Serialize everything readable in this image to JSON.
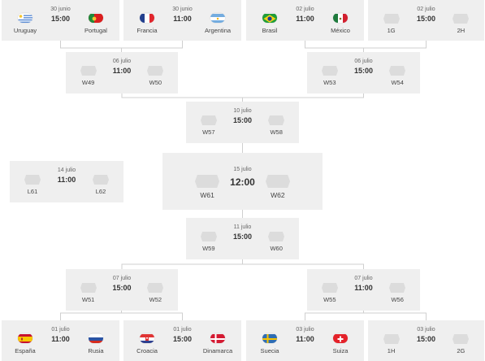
{
  "colors": {
    "box_bg": "#efefef",
    "placeholder_bg": "#dcdcdc",
    "line": "#cfcfcf"
  },
  "matches": [
    {
      "id": "r16-1",
      "date": "30 junio",
      "time": "15:00",
      "home": {
        "label": "Uruguay",
        "flag": "uruguay"
      },
      "away": {
        "label": "Portugal",
        "flag": "portugal"
      }
    },
    {
      "id": "r16-2",
      "date": "30 junio",
      "time": "11:00",
      "home": {
        "label": "Francia",
        "flag": "france"
      },
      "away": {
        "label": "Argentina",
        "flag": "argentina"
      }
    },
    {
      "id": "r16-3",
      "date": "02 julio",
      "time": "11:00",
      "home": {
        "label": "Brasil",
        "flag": "brazil"
      },
      "away": {
        "label": "México",
        "flag": "mexico"
      }
    },
    {
      "id": "r16-4",
      "date": "02 julio",
      "time": "15:00",
      "home": {
        "label": "1G",
        "flag": null
      },
      "away": {
        "label": "2H",
        "flag": null
      }
    },
    {
      "id": "qf-1",
      "date": "06 julio",
      "time": "11:00",
      "home": {
        "label": "W49",
        "flag": null
      },
      "away": {
        "label": "W50",
        "flag": null
      }
    },
    {
      "id": "qf-2",
      "date": "06 julio",
      "time": "15:00",
      "home": {
        "label": "W53",
        "flag": null
      },
      "away": {
        "label": "W54",
        "flag": null
      }
    },
    {
      "id": "sf-1",
      "date": "10 julio",
      "time": "15:00",
      "home": {
        "label": "W57",
        "flag": null
      },
      "away": {
        "label": "W58",
        "flag": null
      }
    },
    {
      "id": "third",
      "date": "14 julio",
      "time": "11:00",
      "home": {
        "label": "L61",
        "flag": null
      },
      "away": {
        "label": "L62",
        "flag": null
      }
    },
    {
      "id": "final",
      "date": "15 julio",
      "time": "12:00",
      "home": {
        "label": "W61",
        "flag": null
      },
      "away": {
        "label": "W62",
        "flag": null
      }
    },
    {
      "id": "sf-2",
      "date": "11 julio",
      "time": "15:00",
      "home": {
        "label": "W59",
        "flag": null
      },
      "away": {
        "label": "W60",
        "flag": null
      }
    },
    {
      "id": "qf-3",
      "date": "07 julio",
      "time": "15:00",
      "home": {
        "label": "W51",
        "flag": null
      },
      "away": {
        "label": "W52",
        "flag": null
      }
    },
    {
      "id": "qf-4",
      "date": "07 julio",
      "time": "11:00",
      "home": {
        "label": "W55",
        "flag": null
      },
      "away": {
        "label": "W56",
        "flag": null
      }
    },
    {
      "id": "r16-5",
      "date": "01 julio",
      "time": "11:00",
      "home": {
        "label": "España",
        "flag": "spain"
      },
      "away": {
        "label": "Rusia",
        "flag": "russia"
      }
    },
    {
      "id": "r16-6",
      "date": "01 julio",
      "time": "15:00",
      "home": {
        "label": "Croacia",
        "flag": "croatia"
      },
      "away": {
        "label": "Dinamarca",
        "flag": "denmark"
      }
    },
    {
      "id": "r16-7",
      "date": "03 julio",
      "time": "11:00",
      "home": {
        "label": "Suecia",
        "flag": "sweden"
      },
      "away": {
        "label": "Suiza",
        "flag": "switzerland"
      }
    },
    {
      "id": "r16-8",
      "date": "03 julio",
      "time": "15:00",
      "home": {
        "label": "1H",
        "flag": null
      },
      "away": {
        "label": "2G",
        "flag": null
      }
    }
  ]
}
